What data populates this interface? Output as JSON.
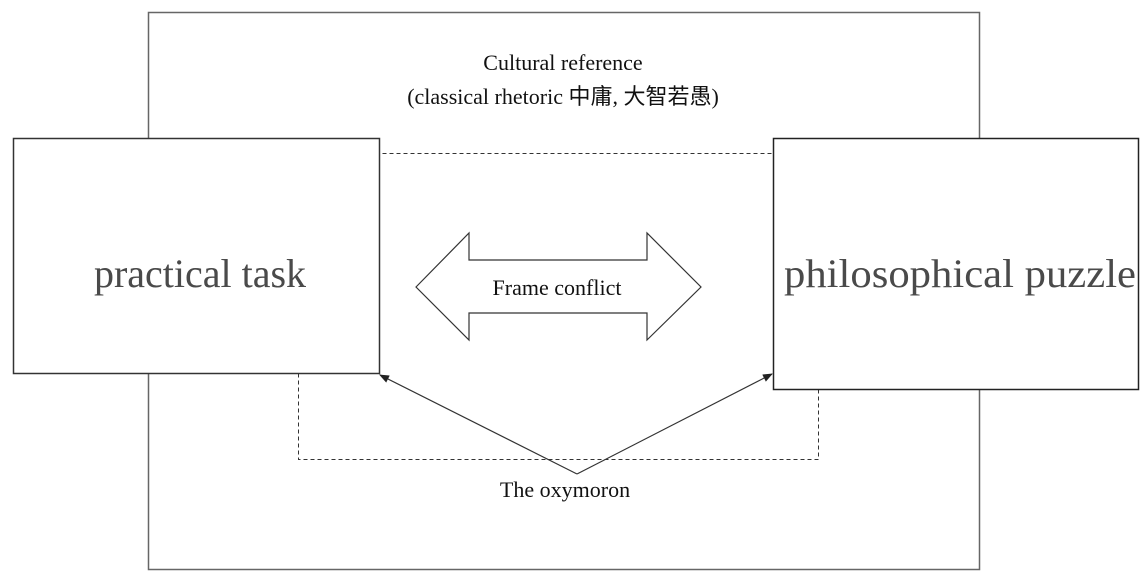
{
  "diagram": {
    "outer_frame": {
      "label_line1": "Cultural reference",
      "label_line2": "(classical rhetoric 中庸, 大智若愚)"
    },
    "left_box": {
      "label": "practical task"
    },
    "right_box": {
      "label": "philosophical puzzle"
    },
    "center_arrow": {
      "label": "Frame conflict",
      "type": "double-headed block arrow"
    },
    "bottom_node": {
      "label": "The oxymoron"
    },
    "connections": [
      {
        "from": "The oxymoron",
        "to": "practical task",
        "style": "solid arrow"
      },
      {
        "from": "The oxymoron",
        "to": "philosophical puzzle",
        "style": "solid arrow"
      }
    ],
    "colors": {
      "stroke": "#555555",
      "box_stroke": "#333333",
      "label_large": "#4a4a4a",
      "label_small": "#111111",
      "background": "#ffffff"
    }
  }
}
